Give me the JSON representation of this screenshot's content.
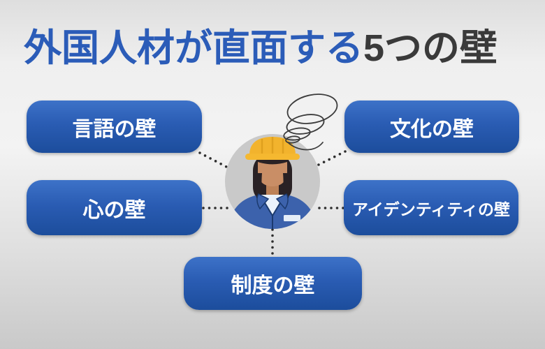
{
  "title": {
    "highlight": "外国人材が直面する",
    "rest": "5つの壁"
  },
  "walls": [
    {
      "id": "language",
      "label": "言語の壁",
      "position": "top-left"
    },
    {
      "id": "culture",
      "label": "文化の壁",
      "position": "top-right"
    },
    {
      "id": "mind",
      "label": "心の壁",
      "position": "middle-left"
    },
    {
      "id": "identity",
      "label": "アイデンティティの壁",
      "position": "middle-right"
    },
    {
      "id": "system",
      "label": "制度の壁",
      "position": "bottom-center"
    }
  ],
  "center_figure": {
    "description": "外国人労働者（黄色いヘルメットと青い作業服の人物）",
    "symbol": "confusion-scribble"
  },
  "colors": {
    "title_blue": "#2b5cb8",
    "title_dark": "#3a3a3a",
    "box_blue_top": "#3d72c8",
    "box_blue_bottom": "#1c4d9c",
    "box_text": "#ffffff",
    "connector_dots": "#2e2e2e",
    "circle_gray": "#c9c9c9",
    "hard_hat_yellow": "#f2b32d",
    "jacket_blue": "#3c62ac",
    "skin": "#c98e66",
    "hair": "#292124",
    "shirt": "#eaf2fc"
  }
}
